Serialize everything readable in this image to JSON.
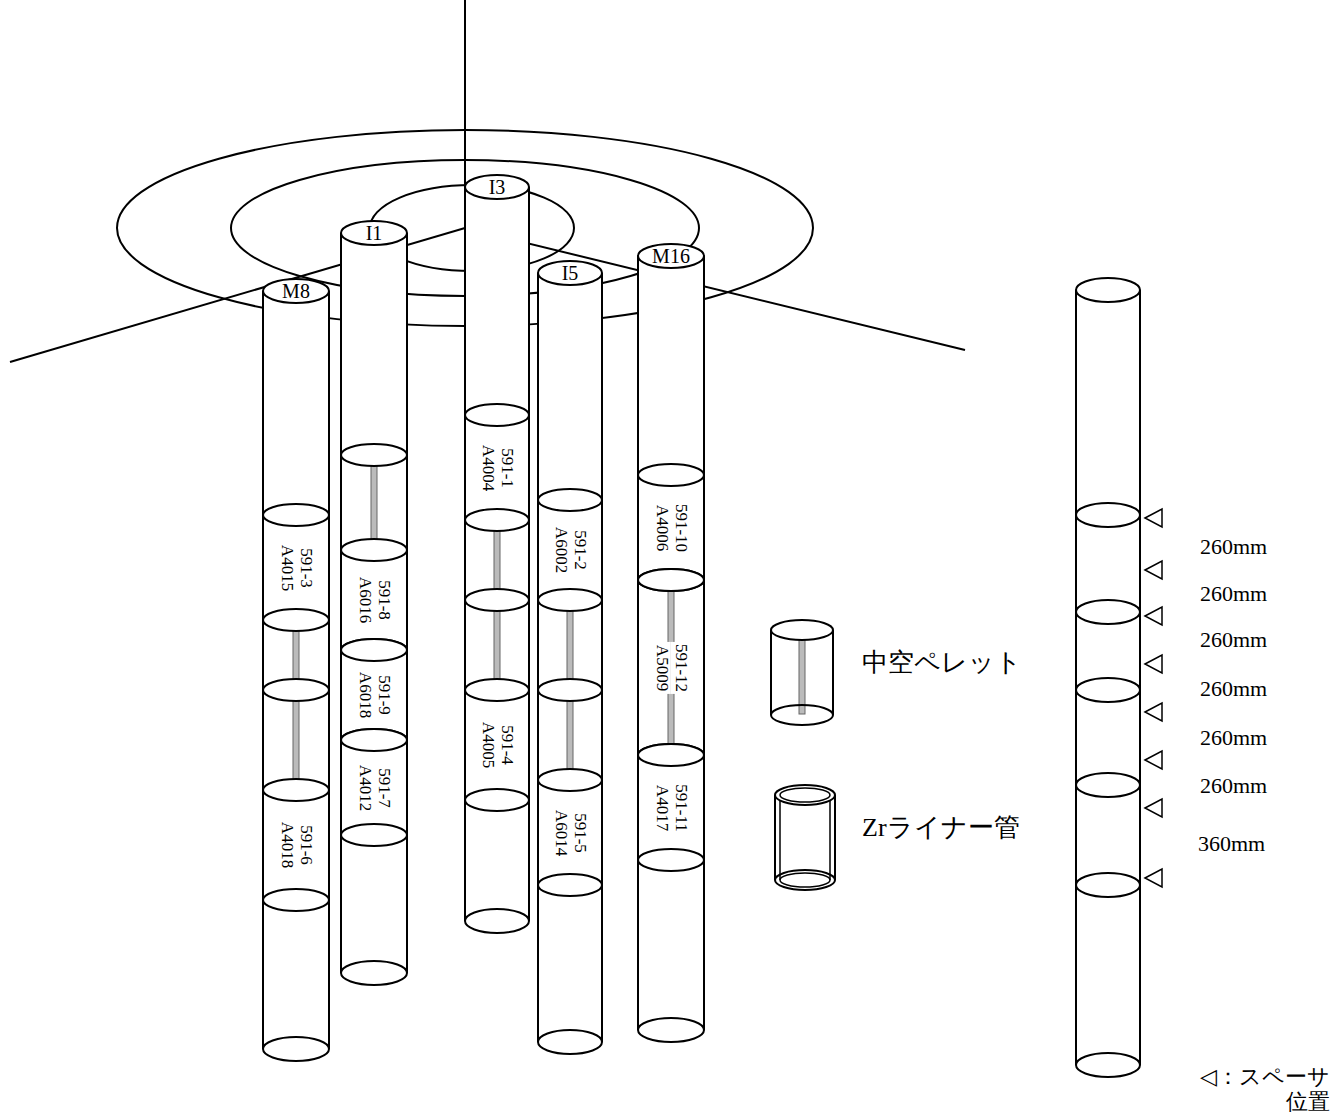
{
  "diagram": {
    "nodes": [
      {
        "text": [
          "M8"
        ]
      },
      {
        "text": [
          "591-3",
          "A4015"
        ],
        "in": 0
      },
      {
        "text": [
          "591-6",
          "A4018"
        ],
        "in": 0
      },
      {
        "text": [
          "I1"
        ]
      },
      {
        "text": [
          "591-8",
          "A6016"
        ],
        "in": 3
      },
      {
        "text": [
          "591-9",
          "A6018"
        ],
        "in": 3
      },
      {
        "text": [
          "591-7",
          "A4012"
        ],
        "in": 3
      },
      {
        "text": [
          "I3"
        ]
      },
      {
        "text": [
          "591-1",
          "A4004"
        ],
        "in": 7
      },
      {
        "text": [
          "591-4",
          "A4005"
        ],
        "in": 7
      },
      {
        "text": [
          "I5"
        ]
      },
      {
        "text": [
          "591-2",
          "A6002"
        ],
        "in": 10
      },
      {
        "text": [
          "591-5",
          "A6014"
        ],
        "in": 10
      },
      {
        "text": [
          "M16"
        ]
      },
      {
        "text": [
          "591-10",
          "A4006"
        ],
        "in": 13
      },
      {
        "text": [
          "591-12",
          "A5009"
        ],
        "in": 13
      },
      {
        "text": [
          "591-11",
          "A4017"
        ],
        "in": 13
      }
    ],
    "labels": [
      "260mm",
      "260mm",
      "260mm",
      "260mm",
      "260mm",
      "260mm",
      "360mm",
      "◁：スペーサ 位置"
    ],
    "legend": [
      {
        "text": "中空ペレット"
      },
      {
        "text": "Zrライナー管"
      }
    ]
  }
}
